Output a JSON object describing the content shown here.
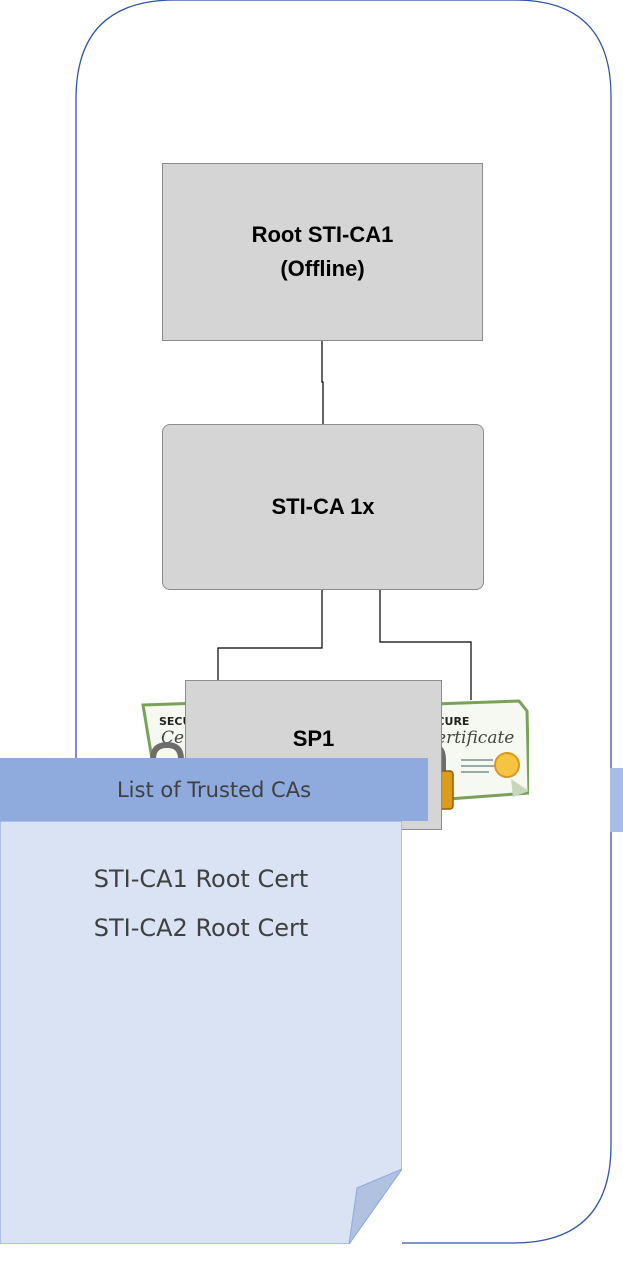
{
  "nodes": {
    "root_ca": {
      "line1": "Root STI-CA1",
      "line2": "(Offline)"
    },
    "intermediate_ca": {
      "label": "STI-CA 1x"
    },
    "sp": {
      "label": "SP1"
    }
  },
  "certificate_icon": {
    "heading": "SECURE",
    "script": "Certificate"
  },
  "trusted_cas": {
    "header": "List of Trusted CAs",
    "items": [
      "STI-CA1 Root Cert",
      "STI-CA2 Root Cert"
    ]
  },
  "colors": {
    "box_fill": "#d5d5d5",
    "frame_stroke": "#2f55a4",
    "list_header": "#8faadc",
    "list_body": "#dae3f3",
    "list_text": "#404040"
  }
}
